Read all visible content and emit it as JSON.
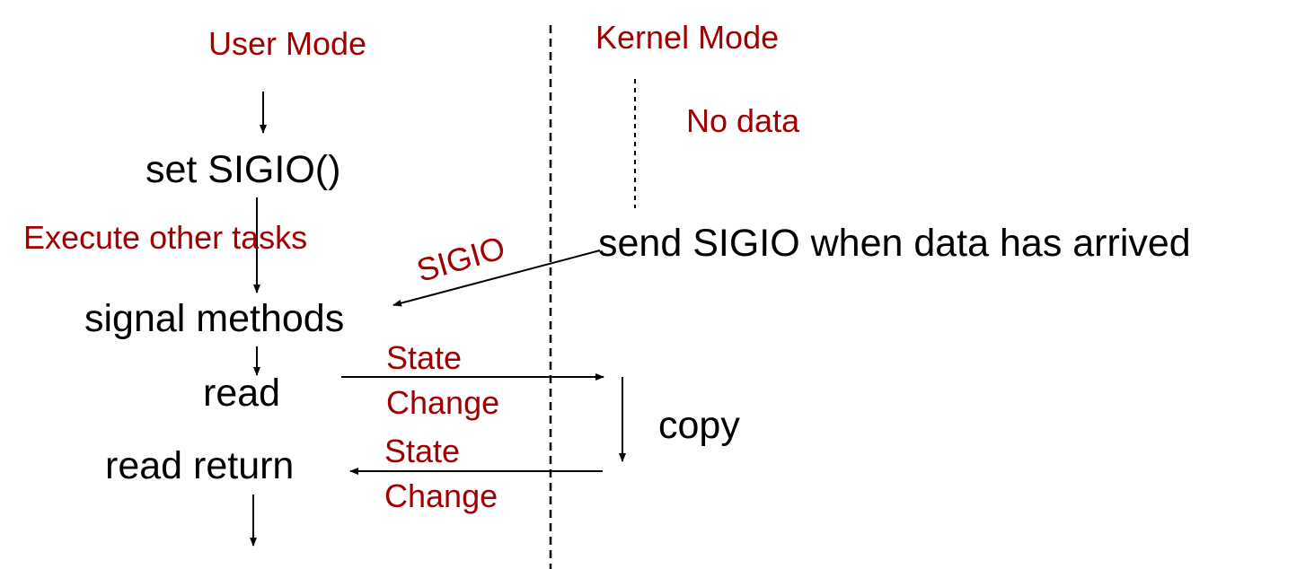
{
  "headers": {
    "user_mode": "User Mode",
    "kernel_mode": "Kernel Mode"
  },
  "user_side": {
    "set_sigio": "set SIGIO()",
    "execute_other_tasks": "Execute other tasks",
    "signal_methods": "signal methods",
    "read": "read",
    "read_return": "read return"
  },
  "kernel_side": {
    "no_data": "No data",
    "send_sigio": "send SIGIO when data has arrived",
    "copy": "copy"
  },
  "arrows": {
    "sigio": "SIGIO",
    "state_change_read_top": "State",
    "state_change_read_bottom": "Change",
    "state_change_return_top": "State",
    "state_change_return_bottom": "Change"
  },
  "colors": {
    "accent_red": "#a00000",
    "text_black": "#000000",
    "line": "#000000"
  }
}
